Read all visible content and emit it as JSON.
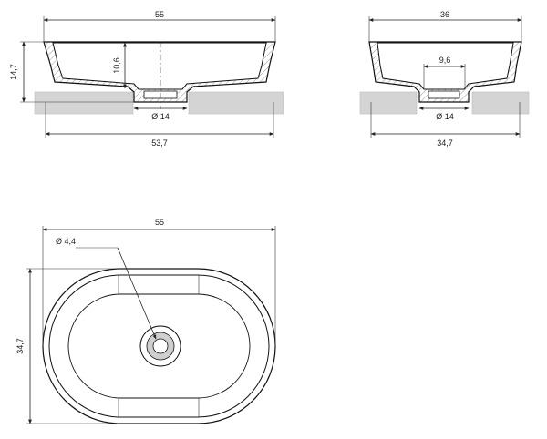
{
  "front_view": {
    "width_top": "55",
    "height": "14,7",
    "inner_depth": "10,6",
    "drain_diameter": "Ø 14",
    "width_base": "53,7"
  },
  "side_view": {
    "width_top": "36",
    "drain_width": "9,6",
    "drain_diameter": "Ø 14",
    "width_base": "34,7"
  },
  "top_view": {
    "length": "55",
    "overflow_diameter": "Ø 4,4",
    "depth": "34,7"
  }
}
